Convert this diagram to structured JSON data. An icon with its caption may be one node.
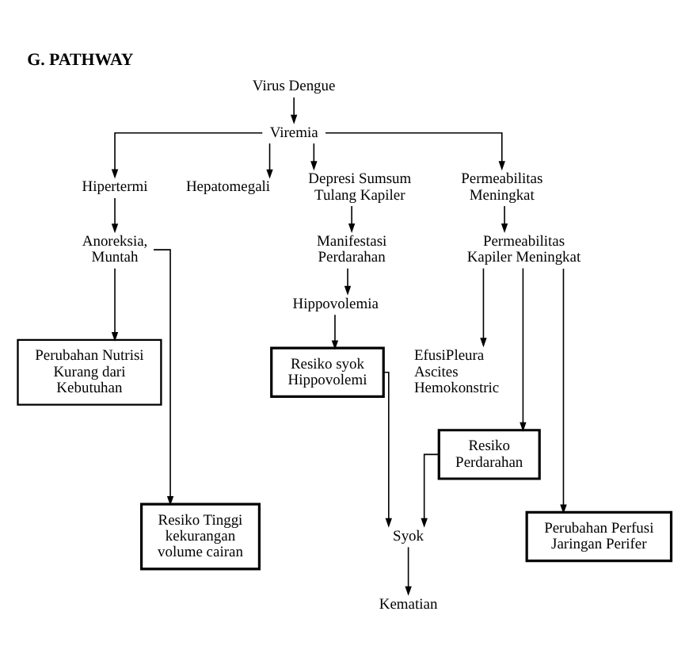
{
  "diagram": {
    "title": "G. PATHWAY",
    "nodes": [
      {
        "text": [
          "Virus Dengue"
        ]
      },
      {
        "text": [
          "Viremia"
        ]
      },
      {
        "text": [
          "Hipertermi"
        ]
      },
      {
        "text": [
          "Hepatomegali"
        ]
      },
      {
        "text": [
          "Depresi Sumsum Tulang Kapiler"
        ]
      },
      {
        "text": [
          "Permeabilitas Meningkat"
        ]
      },
      {
        "text": [
          "Anoreksia, Muntah"
        ]
      },
      {
        "text": [
          "Manifestasi Perdarahan"
        ]
      },
      {
        "text": [
          "Permeabilitas Kapiler Meningkat"
        ]
      },
      {
        "text": [
          "Hippovolemia"
        ]
      },
      {
        "text": [
          "Perubahan Nutrisi Kurang dari Kebutuhan"
        ]
      },
      {
        "text": [
          "Resiko syok Hippovolemi"
        ]
      },
      {
        "text": [
          "EfusiPleura Ascites Hemokonstric"
        ]
      },
      {
        "text": [
          "Resiko Perdarahan"
        ]
      },
      {
        "text": [
          "Resiko Tinggi kekurangan volume cairan"
        ]
      },
      {
        "text": [
          "Syok"
        ]
      },
      {
        "text": [
          "Perubahan Perfusi Jaringan Perifer"
        ]
      },
      {
        "text": [
          "Kematian"
        ]
      }
    ],
    "edges": [
      {
        "from": 0,
        "to": 1,
        "arrow": "to"
      },
      {
        "from": 1,
        "to": 2,
        "arrow": "to"
      },
      {
        "from": 1,
        "to": 3,
        "arrow": "to"
      },
      {
        "from": 1,
        "to": 4,
        "arrow": "to"
      },
      {
        "from": 1,
        "to": 5,
        "arrow": "to"
      },
      {
        "from": 2,
        "to": 6,
        "arrow": "to"
      },
      {
        "from": 4,
        "to": 7,
        "arrow": "to"
      },
      {
        "from": 5,
        "to": 8,
        "arrow": "to"
      },
      {
        "from": 6,
        "to": 10,
        "arrow": "to"
      },
      {
        "from": 6,
        "to": 14,
        "arrow": "to"
      },
      {
        "from": 7,
        "to": 9,
        "arrow": "to"
      },
      {
        "from": 9,
        "to": 11,
        "arrow": "to"
      },
      {
        "from": 8,
        "to": 12,
        "arrow": "to"
      },
      {
        "from": 8,
        "to": 13,
        "arrow": "to"
      },
      {
        "from": 8,
        "to": 16,
        "arrow": "to"
      },
      {
        "from": 11,
        "to": 15,
        "arrow": "to"
      },
      {
        "from": 13,
        "to": 15,
        "arrow": "to"
      },
      {
        "from": 15,
        "to": 17,
        "arrow": "to"
      }
    ]
  }
}
